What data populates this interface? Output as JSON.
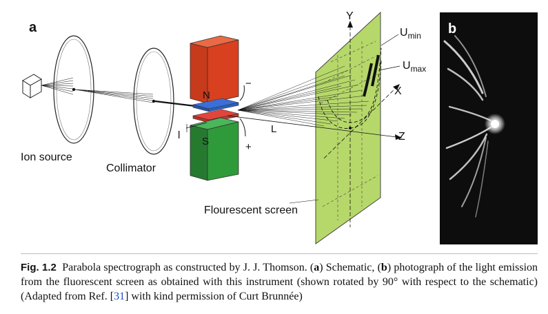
{
  "figure": {
    "panel_a_label": "a",
    "panel_b_label": "b",
    "labels": {
      "ion_source": "Ion source",
      "collimator": "Collimator",
      "screen": "Flourescent screen",
      "north": "N",
      "south": "S",
      "minus": "−",
      "plus": "+",
      "l_small": "l",
      "l_large": "L",
      "axis_y": "Y",
      "axis_x": "X",
      "axis_z": "Z",
      "u": "U",
      "u_min_sub": "min",
      "u_max_sub": "max"
    },
    "colors": {
      "magnet_top": "#d8401f",
      "magnet_bottom": "#2f9a3a",
      "plate_blue": "#3a6fd8",
      "plate_red": "#e2453c",
      "screen": "#b6d86a",
      "photo_bg": "#0d0d0d"
    }
  },
  "caption": {
    "fig_number": "Fig. 1.2",
    "t1": "Parabola spectrograph as constructed by J. J. Thomson. (",
    "a": "a",
    "t2": ") Schematic, (",
    "b": "b",
    "t3": ") photograph of the light emission from the fluorescent screen as obtained with this instrument (shown rotated by 90° with respect to the schematic) (Adapted from Ref. [",
    "ref": "31",
    "t4": "] with kind permission of Curt Brunnée)"
  }
}
